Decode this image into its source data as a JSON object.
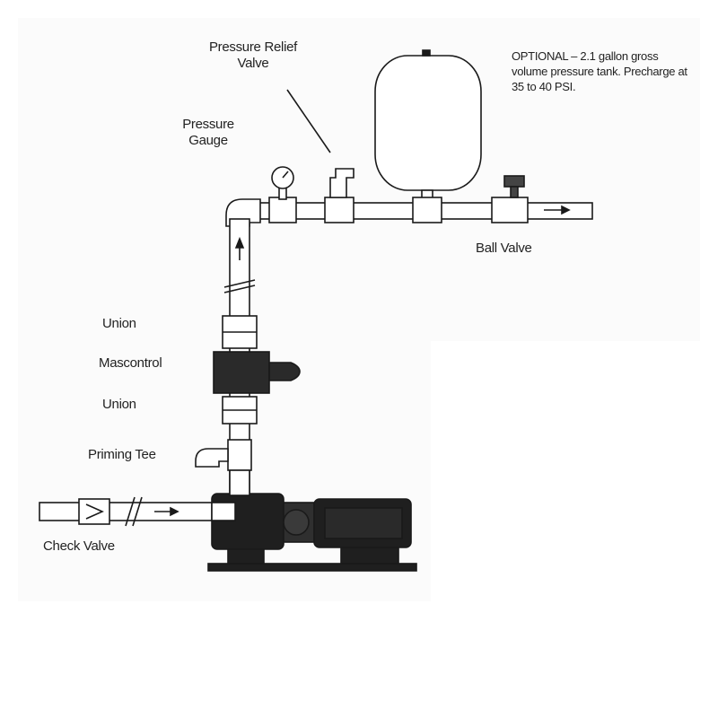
{
  "labels": {
    "pressure_relief_valve_line1": "Pressure Relief",
    "pressure_relief_valve_line2": "Valve",
    "pressure_gauge_line1": "Pressure",
    "pressure_gauge_line2": "Gauge",
    "optional_note": "OPTIONAL – 2.1 gallon gross volume pressure tank. Precharge at 35 to 40 PSI.",
    "ball_valve": "Ball Valve",
    "union_top": "Union",
    "mascontrol": "Mascontrol",
    "union_bottom": "Union",
    "priming_tee": "Priming Tee",
    "check_valve": "Check Valve"
  },
  "colors": {
    "line": "#1a1a1a",
    "pipe_fill": "#ffffff",
    "dark_body": "#1f1f1f",
    "grey_pad": "#f4f4f4"
  }
}
